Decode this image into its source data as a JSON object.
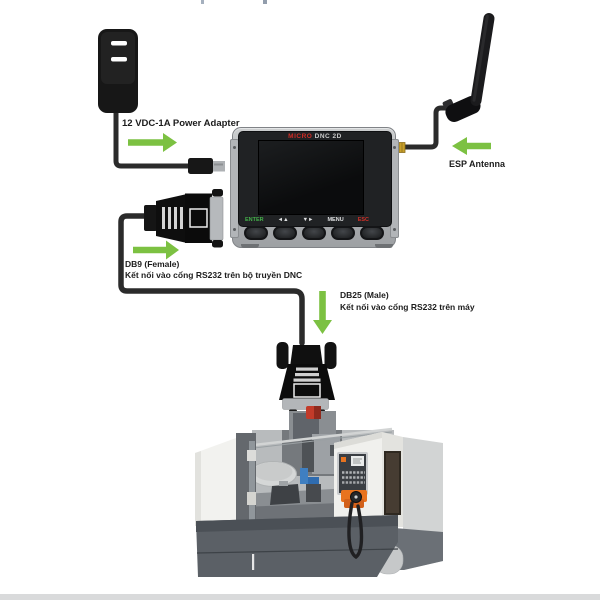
{
  "diagram": {
    "power_adapter": {
      "label": "12 VDC-1A Power Adapter"
    },
    "esp_antenna": {
      "label": "ESP Antenna"
    },
    "db9": {
      "title": "DB9 (Female)",
      "description": "Kết nối vào cổng RS232 trên bộ truyền DNC"
    },
    "db25": {
      "title": "DB25 (Male)",
      "description": "Kết nối vào cổng RS232 trên máy"
    },
    "device": {
      "brand_primary": "MICRO",
      "brand_secondary": "DNC 2D",
      "key_labels": [
        "ENTER",
        "◄▲",
        "▼►",
        "MENU",
        "ESC"
      ]
    },
    "colors": {
      "arrow_green": "#7cc142",
      "brand_red": "#cf2b24",
      "enter_green": "#43b049",
      "esc_red": "#d03028",
      "sma_gold": "#c8a02b",
      "cable_black": "#2b2b2b",
      "machine_accent_orange": "#e8731f"
    }
  }
}
